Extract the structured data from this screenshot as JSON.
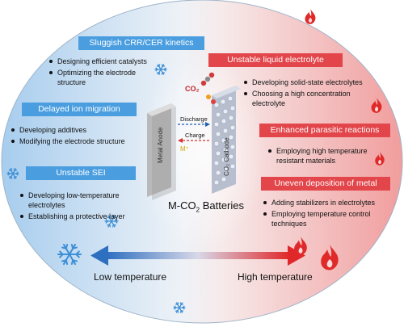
{
  "left_panel": {
    "sections": [
      {
        "header": "Sluggish CRR/CER kinetics",
        "bullets": [
          "Designing efficient catalysts",
          "Optimizing the electrode structure"
        ]
      },
      {
        "header": "Delayed ion migration",
        "bullets": [
          "Developing additives",
          "Modifying the electrode structure"
        ]
      },
      {
        "header": "Unstable SEI",
        "bullets": [
          "Developing low-temperature electrolytes",
          "Establishing a protective layer"
        ]
      }
    ]
  },
  "right_panel": {
    "sections": [
      {
        "header": "Unstable liquid electrolyte",
        "bullets": [
          "Developing solid-state electrolytes",
          "Choosing a high concentration electrolyte"
        ]
      },
      {
        "header": "Enhanced parasitic reactions",
        "bullets": [
          "Employing high temperature resistant materials"
        ]
      },
      {
        "header": "Uneven deposition of metal",
        "bullets": [
          "Adding stabilizers in electrolytes",
          "Employing temperature control techniques"
        ]
      }
    ]
  },
  "center": {
    "title_prefix": "M-CO",
    "title_sub": "2",
    "title_suffix": " Batteries",
    "anode_label": "Metal Anode",
    "cathode_label": "CO₂ Cathode",
    "discharge_label": "Discharge",
    "charge_label": "Charge",
    "ion_label": "M⁺",
    "co2_label": "CO₂"
  },
  "bottom": {
    "low_label": "Low temperature",
    "high_label": "High temperature"
  },
  "colors": {
    "cold_bg": "#a9cfee",
    "hot_bg": "#f1a6a6",
    "blue_header": "#4a9ee0",
    "red_header": "#e2454a",
    "snowflake": "#3d8fd6",
    "flame": "#e02a2a"
  }
}
